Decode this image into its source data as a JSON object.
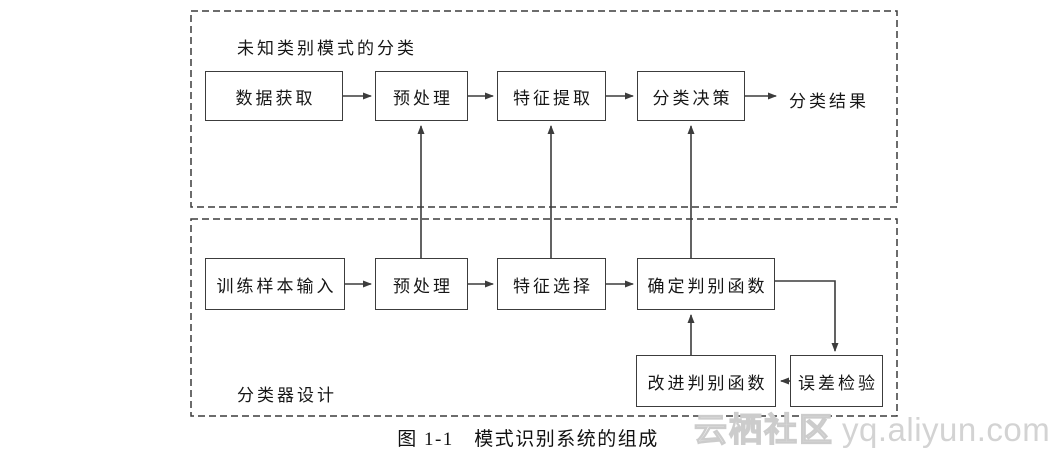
{
  "diagram": {
    "sections": {
      "top": {
        "label": "未知类别模式的分类",
        "boxes": {
          "data_acquisition": "数据获取",
          "preprocessing": "预处理",
          "feature_extraction": "特征提取",
          "classification_decision": "分类决策"
        },
        "result_label": "分类结果"
      },
      "bottom": {
        "label": "分类器设计",
        "boxes": {
          "training_sample_input": "训练样本输入",
          "preprocessing": "预处理",
          "feature_selection": "特征选择",
          "determine_discriminant_function": "确定判别函数",
          "improve_discriminant_function": "改进判别函数",
          "error_check": "误差检验"
        }
      }
    },
    "caption": "图 1-1　模式识别系统的组成",
    "watermark": {
      "brand": "云栖社区",
      "site": "yq.aliyun.com"
    },
    "colors": {
      "line": "#3c3c3c",
      "text": "#161616",
      "watermark_gray": "#d3d3d3",
      "background": "#ffffff"
    }
  }
}
